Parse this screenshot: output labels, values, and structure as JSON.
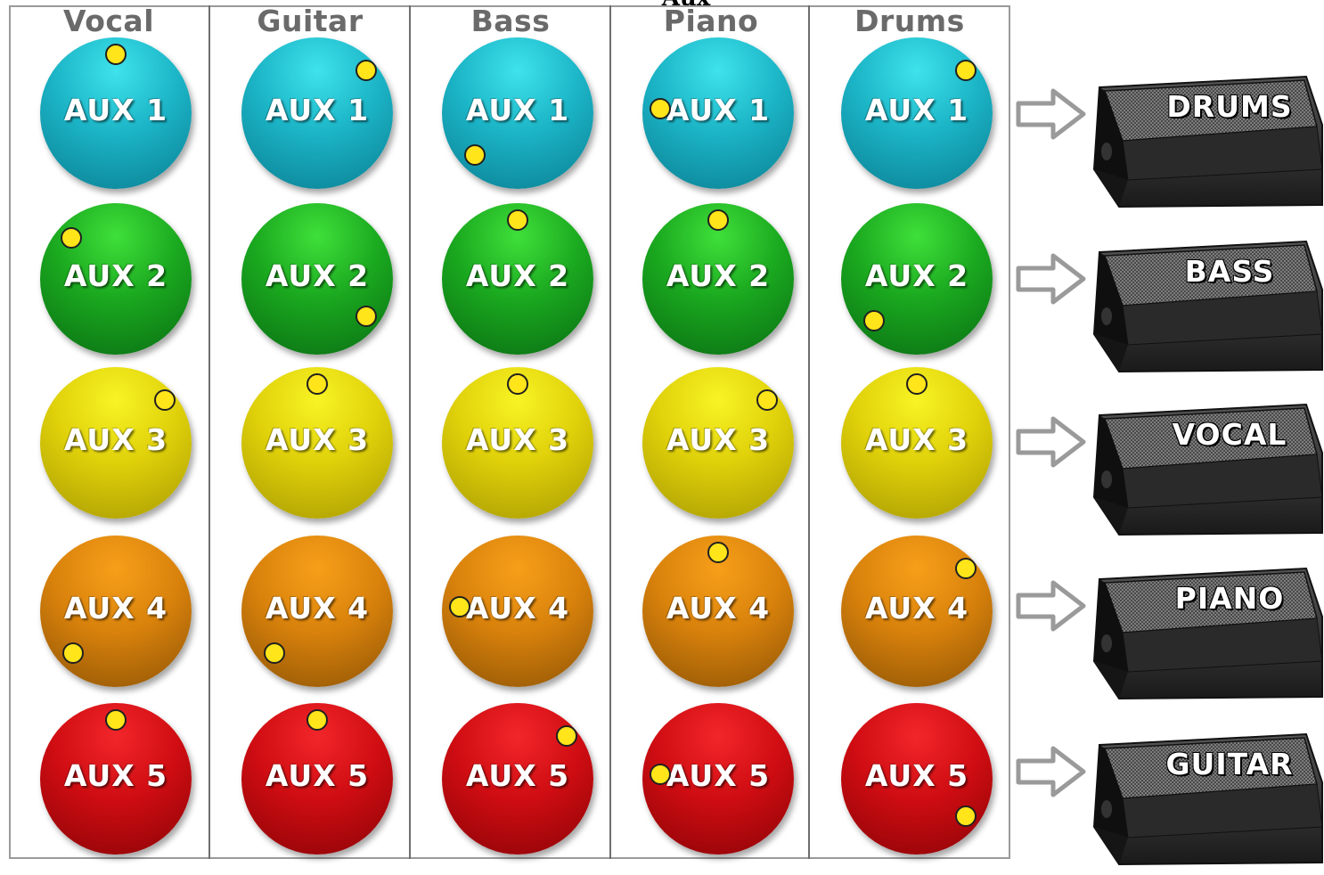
{
  "top_title": "Aux Sends",
  "columns": [
    {
      "name": "Vocal",
      "knobs": [
        {
          "label": "AUX 1",
          "ind": "top"
        },
        {
          "label": "AUX 2",
          "ind": "upper-left"
        },
        {
          "label": "AUX 3",
          "ind": "upper-right"
        },
        {
          "label": "AUX 4",
          "ind": "lower-left"
        },
        {
          "label": "AUX 5",
          "ind": "top"
        }
      ]
    },
    {
      "name": "Guitar",
      "knobs": [
        {
          "label": "AUX 1",
          "ind": "upper-right"
        },
        {
          "label": "AUX 2",
          "ind": "lower-right"
        },
        {
          "label": "AUX 3",
          "ind": "top"
        },
        {
          "label": "AUX 4",
          "ind": "lower-left"
        },
        {
          "label": "AUX 5",
          "ind": "top"
        }
      ]
    },
    {
      "name": "Bass",
      "knobs": [
        {
          "label": "AUX 1",
          "ind": "lower-left"
        },
        {
          "label": "AUX 2",
          "ind": "top"
        },
        {
          "label": "AUX 3",
          "ind": "top"
        },
        {
          "label": "AUX 4",
          "ind": "left"
        },
        {
          "label": "AUX 5",
          "ind": "upper-right"
        }
      ]
    },
    {
      "name": "Piano",
      "knobs": [
        {
          "label": "AUX 1",
          "ind": "left"
        },
        {
          "label": "AUX 2",
          "ind": "top"
        },
        {
          "label": "AUX 3",
          "ind": "upper-right"
        },
        {
          "label": "AUX 4",
          "ind": "top"
        },
        {
          "label": "AUX 5",
          "ind": "left"
        }
      ]
    },
    {
      "name": "Drums",
      "knobs": [
        {
          "label": "AUX 1",
          "ind": "upper-right"
        },
        {
          "label": "AUX 2",
          "ind": "lower-left"
        },
        {
          "label": "AUX 3",
          "ind": "top"
        },
        {
          "label": "AUX 4",
          "ind": "upper-right"
        },
        {
          "label": "AUX 5",
          "ind": "lower-right"
        }
      ]
    }
  ],
  "monitors": [
    "DRUMS",
    "BASS",
    "VOCAL",
    "PIANO",
    "GUITAR"
  ],
  "colors": {
    "aux1": "#1bb4c6",
    "aux2": "#1aa81f",
    "aux3": "#dfd00a",
    "aux4": "#d9820c",
    "aux5": "#cf0d12",
    "indicator": "#ffe51a"
  }
}
